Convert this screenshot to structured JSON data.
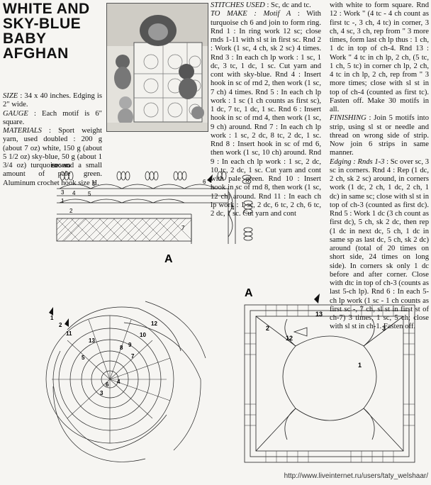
{
  "title": "WHITE AND\nSKY-BLUE\nBABY\nAFGHAN",
  "specs": [
    {
      "label": "SIZE",
      "text": " : 34 x 40 inches. Edging is 2\" wide."
    },
    {
      "label": "GAUGE",
      "text": " : Each motif is 6\" square."
    },
    {
      "label": "MATERIALS",
      "text": " : Sport weight yarn, used doubled : 200 g (about 7 oz) white, 150 g (about 5 1/2 oz) sky-blue, 50 g (about 1 3/4 oz) turquoise and a small amount of pale green. Aluminum crochet hook size H."
    }
  ],
  "col2": [
    {
      "label": "STITCHES USED",
      "text": " : Sc, dc and tc."
    },
    {
      "label": "TO MAKE : Motif A",
      "text": " : With turquoise ch 6 and join to form ring. Rnd 1 : In ring work 12 sc; close rnds 1-11 with sl st in first sc. Rnd 2 : Work (1 sc, 4 ch, sk 2 sc) 4 times. Rnd 3 : In each ch lp work : 1 sc, 1 dc, 3 tc, 1 dc, 1 sc. Cut yarn and cont with sky-blue. Rnd 4 : Insert hook in sc of rnd 2, then work (1 sc, 7 ch) 4 times. Rnd 5 : In each ch lp work : 1 sc (1 ch counts as first sc), 1 dc, 7 tc, 1 dc, 1 sc. Rnd 6 : Insert hook in sc of rnd 4, then work (1 sc, 9 ch) around. Rnd 7 : In each ch lp work : 1 sc, 2 dc, 8 tc, 2 dc, 1 sc. Rnd 8 : Insert hook in sc of rnd 6, then work (1 sc, 10 ch) around. Rnd 9 : In each ch lp work : 1 sc, 2 dc, 10 tc, 2 dc, 1 sc. Cut yarn and cont with pale green. Rnd 10 : Insert hook in sc of rnd 8, then work (1 sc, 12 ch) around. Rnd 11 : In each ch lp work : 1 sc, 2 dc, 6 tc, 2 ch, 6 tc, 2 dc, 1 sc. Cut yarn and cont"
    }
  ],
  "col3": [
    {
      "label": "",
      "text": "with white to form square. Rnd 12 : Work \" (4 tc - 4 ch count as first tc -, 3 ch, 4 tc) in corner, 3 ch, 4 sc, 3 ch, rep from \" 3 more times, form last ch lp thus : 1 ch, 1 dc in top of ch-4. Rnd 13 : Work \" 4 tc in ch lp, 2 ch, (5 tc, 1 ch, 5 tc) in corner ch lp, 2 ch, 4 tc in ch lp, 2 ch, rep from \" 3 more times; close with sl st in top of ch-4 (counted as first tc). Fasten off. Make 30 motifs in all."
    },
    {
      "label": "FINISHING",
      "text": " : Join 5 motifs into strip, using sl st or needle and thread on wrong side of strip. Now join 6 strips in same manner."
    },
    {
      "label": "Edging : Rnds 1-3",
      "text": " : Sc over sc, 3 sc in corners. Rnd 4 : Rep (1 dc, 2 ch, sk 2 sc) around, in corners work (1 dc, 2 ch, 1 dc, 2 ch, 1 dc) in same sc; close with sl st in top of ch-3 (counted as first dc). Rnd 5 : Work 1 dc (3 ch count as first dc), 5 ch, sk 2 dc, then rep (1 dc in next dc, 5 ch, 1 dc in same sp as last dc, 5 ch, sk 2 dc) around (total of 20 times on short side, 24 times on long side). In corners sk only 1 dc before and after corner. Close with dtc in top of ch-3 (counts as last 5-ch lp). Rnd 6 : In each 5-ch lp work (1 sc - 1 ch counts as first sc -, 7 ch, sl st in first st of ch-7) 3 times, 1 sc, 5 ch; close with sl st in ch-1. Fasten off."
    }
  ],
  "diagram": {
    "edging_label": "EDGING",
    "edging_numbers": [
      "1",
      "2",
      "3",
      "4",
      "5",
      "6",
      "7",
      "5",
      "4"
    ],
    "label_a1": "A",
    "label_a2": "A",
    "square_numbers": [
      "1",
      "2",
      "3",
      "12",
      "13"
    ],
    "round_numbers": [
      "1",
      "2",
      "3",
      "4",
      "5",
      "6",
      "7",
      "8",
      "9",
      "10",
      "11",
      "12",
      "13"
    ]
  },
  "footer": "http://www.liveinternet.ru/users/taty_welshaar/"
}
